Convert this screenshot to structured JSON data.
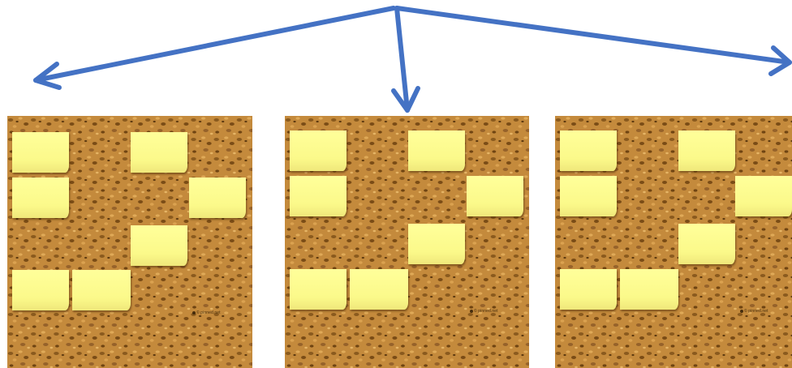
{
  "colors": {
    "arrow": "#4472c4",
    "cork_base": "#c48a3c",
    "sticky_note": "#ffff9a"
  },
  "arrows": [
    {
      "target": "left-board",
      "direction": "down-left"
    },
    {
      "target": "middle-board",
      "direction": "down"
    },
    {
      "target": "right-board",
      "direction": "down-right"
    }
  ],
  "boards": [
    {
      "id": "left",
      "notes": 7
    },
    {
      "id": "middle",
      "notes": 7
    },
    {
      "id": "right",
      "notes": 7
    }
  ],
  "watermark_text": "© pinned.net"
}
